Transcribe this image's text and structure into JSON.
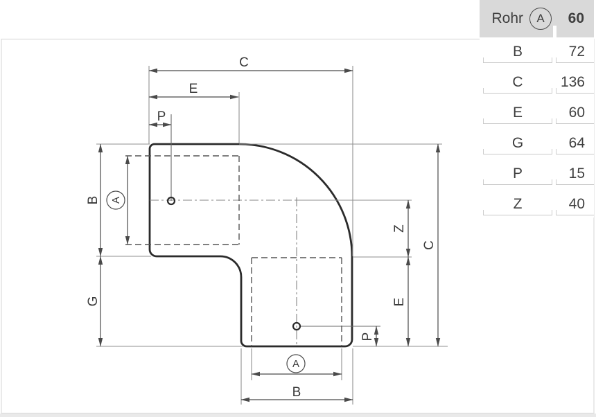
{
  "table": {
    "header": {
      "label": "Rohr",
      "symbol": "A",
      "value": "60"
    },
    "rows": [
      {
        "label": "B",
        "value": "72"
      },
      {
        "label": "C",
        "value": "136"
      },
      {
        "label": "E",
        "value": "60"
      },
      {
        "label": "G",
        "value": "64"
      },
      {
        "label": "P",
        "value": "15"
      },
      {
        "label": "Z",
        "value": "40"
      }
    ]
  },
  "drawing": {
    "description": "90-degree pipe elbow cross-section with socket outlines and hole centers",
    "dims": {
      "c_top": "C",
      "e_top": "E",
      "p_top": "P",
      "b_left": "B",
      "a_left": "A",
      "g_left": "G",
      "z_right": "Z",
      "c_right": "C",
      "e_right": "E",
      "p_right": "P",
      "a_bottom": "A",
      "b_bottom": "B"
    }
  },
  "colors": {
    "outline": "#2b2b2b",
    "dimension_lines": "#4a4a4a",
    "extension_lines": "#8f8f8f",
    "hidden_lines": "#555555",
    "table_header_bg": "#d9d9d9",
    "table_text": "#3f3f3f",
    "separator": "#c8c8c8",
    "canvas_border": "#dedede"
  }
}
